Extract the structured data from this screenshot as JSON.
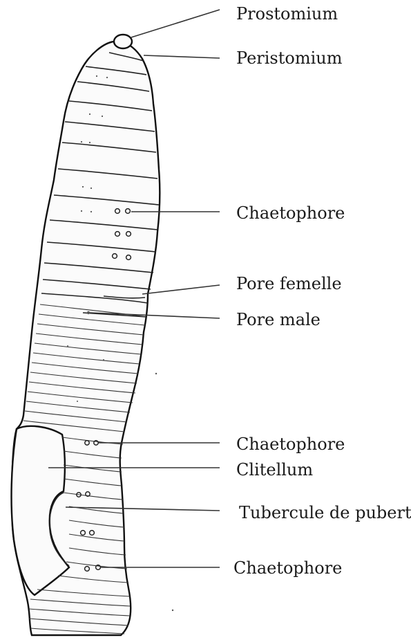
{
  "labels": {
    "prostomium": "Prostomium",
    "peristomium": "Peristomium",
    "chaetophore_1": "Chaetophore",
    "pore_femelle": "Pore femelle",
    "pore_male": "Pore male",
    "chaetophore_2": "Chaetophore",
    "clitellum": "Clitellum",
    "tubercule": "Tubercule de puberté",
    "chaetophore_3": "Chaetophore"
  },
  "colors": {
    "ink": "#111111",
    "body_fill": "#fbfbfb",
    "background": "#ffffff"
  }
}
